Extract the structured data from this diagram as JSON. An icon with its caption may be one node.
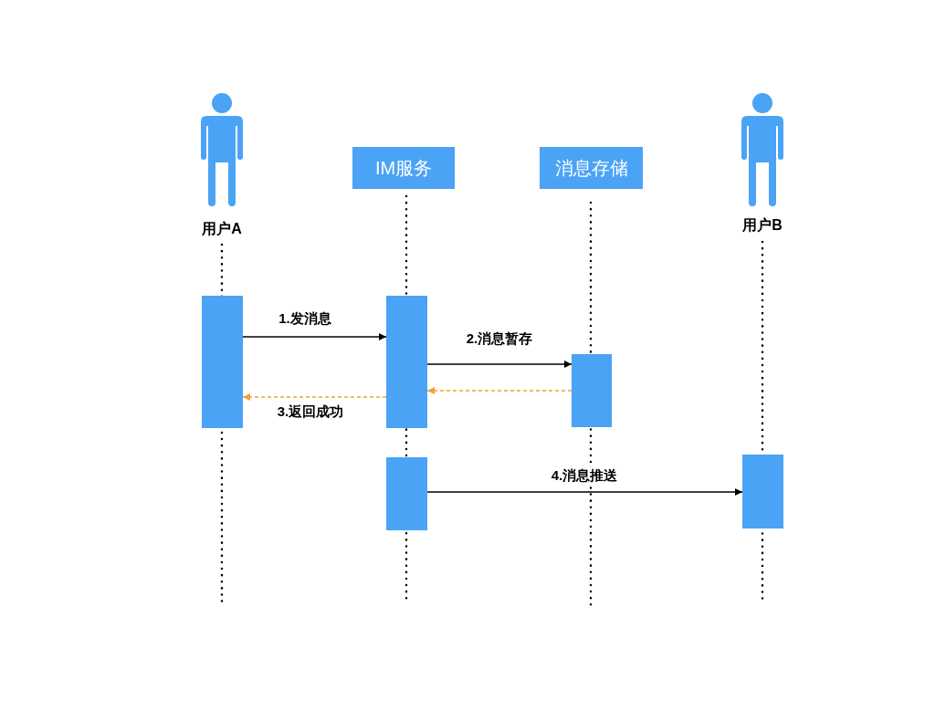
{
  "diagram": {
    "nodes": [
      {
        "text": [
          "用户A"
        ]
      },
      {
        "text": [
          "IM服务"
        ]
      },
      {
        "text": [
          "消息存储"
        ]
      },
      {
        "text": [
          "用户B"
        ]
      },
      {
        "text": [],
        "shape": "bar"
      },
      {
        "text": [],
        "shape": "bar"
      },
      {
        "text": [],
        "shape": "bar"
      },
      {
        "text": [],
        "shape": "bar"
      },
      {
        "text": [],
        "shape": "bar"
      }
    ],
    "edges": [
      {
        "from": 4,
        "to": 5,
        "arrow": "to",
        "label": "1.发消息"
      },
      {
        "from": 5,
        "to": 6,
        "arrow": "to",
        "label": "2.消息暂存"
      },
      {
        "from": 6,
        "to": 5,
        "arrow": "to",
        "style": "dashed",
        "color": "#f5a030"
      },
      {
        "from": 5,
        "to": 4,
        "arrow": "to",
        "label": "3.返回成功",
        "style": "dashed",
        "color": "#f5a030"
      },
      {
        "from": 7,
        "to": 8,
        "arrow": "to",
        "label": "4.消息推送"
      }
    ]
  }
}
